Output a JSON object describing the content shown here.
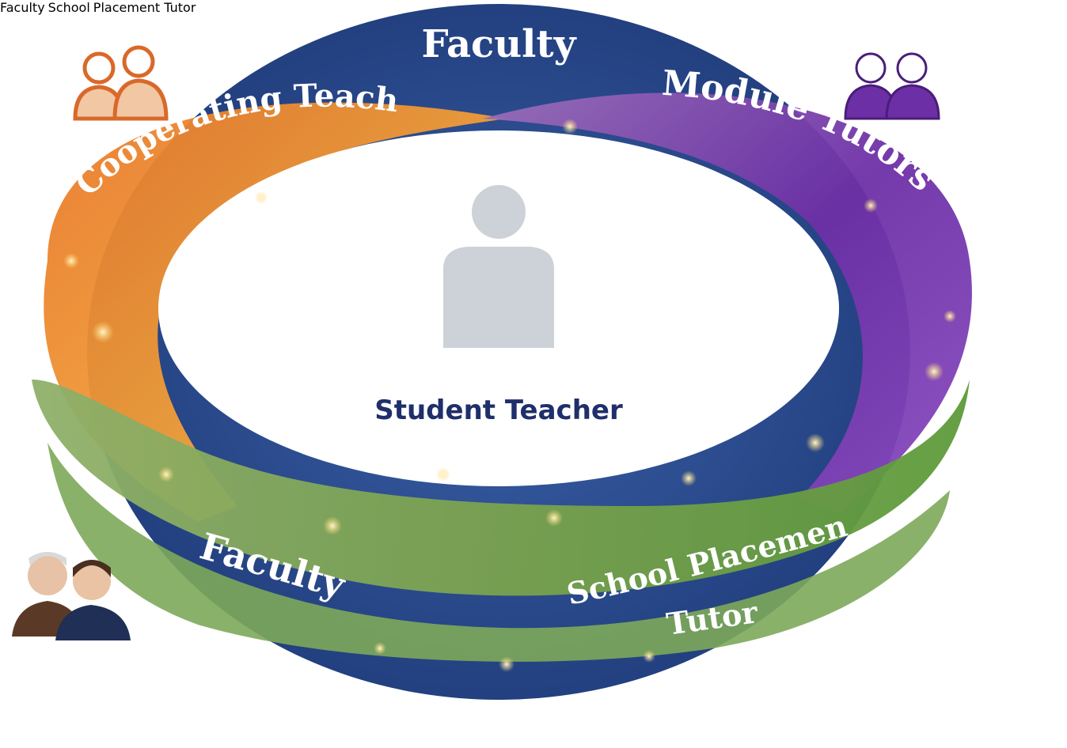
{
  "diagram": {
    "center": {
      "label": "Student Teacher"
    },
    "bands": [
      {
        "id": "faculty-top",
        "label": "Faculty",
        "color": "#2d4f91"
      },
      {
        "id": "cooperating",
        "label": "Cooperating Teacher",
        "color": "#e2811f"
      },
      {
        "id": "module",
        "label": "Module Tutors",
        "color": "#7a3bb0"
      },
      {
        "id": "faculty-bottom",
        "label": "Faculty",
        "color": "#6a9a3f"
      },
      {
        "id": "school-placement",
        "label_line1": "School Placement",
        "label_line2": "Tutor",
        "color": "#5f9a3a"
      }
    ],
    "corners": {
      "faculty": {
        "label": "Faculty"
      },
      "school_placement_line1": "School",
      "school_placement_line2": "Placement Tutor"
    },
    "colors": {
      "navy_text": "#1f2f6b",
      "blue": "#2d4f91",
      "orange": "#e2811f",
      "purple": "#7a3bb0",
      "green": "#6a9a3f",
      "person_gray": "#cdd1d8"
    }
  }
}
